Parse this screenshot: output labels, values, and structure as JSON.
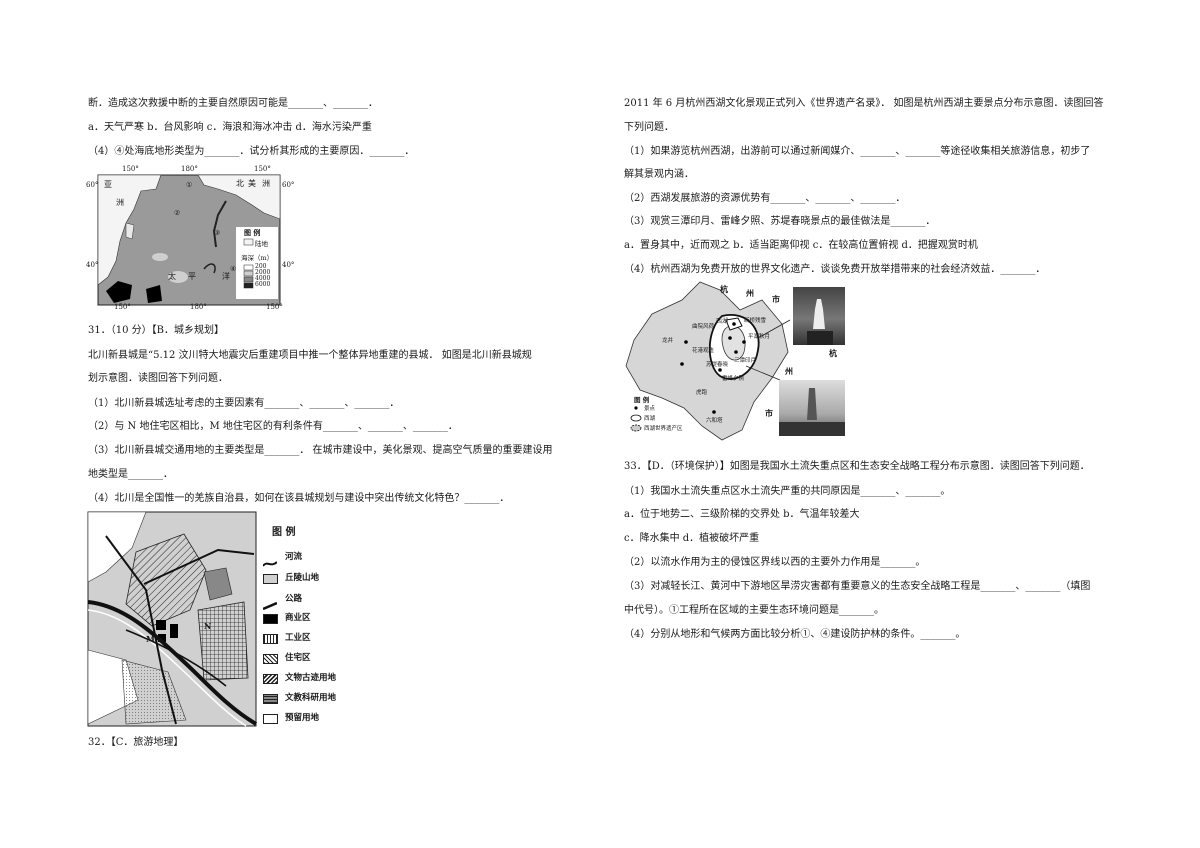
{
  "left_column": {
    "lines": [
      "断．造成这次救援中断的主要自然原因可能是_______、_______．",
      "a．天气严寒  b．台风影响  c．海浪和海冰冲击  d．海水污染严重",
      "（4）④处海底地形类型为_______．试分析其形成的主要原因．_______．",
      "31．（10 分）【B．城乡规划】",
      "北川新县城是“5.12 汶川特大地震灾后重建项目中推一个整体异地重建的县城．  如图是北川新县城规",
      "划示意图．读图回答下列问题．",
      "（1）北川新县城选址考虑的主要因素有_______、_______、_______．",
      "（2）与 N 地住宅区相比，M 地住宅区的有利条件有_______、_______、_______．",
      "（3）北川新县城交通用地的主要类型是_______．  在城市建设中，美化景观、提高空气质量的重要建设用",
      "地类型是_______．",
      "（4）北川是全国惟一的羌族自治县，如何在该县城规划与建设中突出传统文化特色？_______．",
      "32．【C．旅游地理】"
    ]
  },
  "right_column": {
    "lines": [
      "2011 年 6 月杭州西湖文化景观正式列入《世界遗产名录》．  如图是杭州西湖主要景点分布示意图．读图回答",
      "下列问题．",
      "（1）如果游览杭州西湖，出游前可以通过新闻媒介、_______、_______等途径收集相关旅游信息，初步了",
      "解其景观内涵．",
      "（2）西湖发展旅游的资源优势有_______、_______、_______．",
      "（3）观赏三潭印月、雷峰夕照、苏堤春晓景点的最佳做法是_______．",
      "a．置身其中，近而观之         b．适当距离仰视         c．在较高位置俯视         d．把握观赏时机",
      "（4）杭州西湖为免费开放的世界文化遗产．谈谈免费开放举措带来的社会经济效益．_______．",
      "33．【D．（环境保护）】如图是我国水土流失重点区和生态安全战略工程分布示意图．读图回答下列问题．",
      "（1）我国水土流失重点区水土流失严重的共同原因是_______、_______。",
      "a．位于地势二、三级阶梯的交界处     b．气温年较差大",
      "c．降水集中     d．植被破坏严重",
      "（2）以流水作用为主的侵蚀区界线以西的主要外力作用是_______。",
      "（3）对减轻长江、黄河中下游地区旱涝灾害都有重要意义的生态安全战略工程是_______、_______（填图",
      "中代号）。①工程所在区域的主要生态环境问题是_______。",
      "（4）分别从地形和气候两方面比较分析①、④建设防护林的条件。_______。"
    ]
  },
  "map_pacific": {
    "top_labels": [
      "150°",
      "180°",
      "150°"
    ],
    "bottom_labels": [
      "150°",
      "180°",
      "150°"
    ],
    "lat_labels": [
      "60°",
      "60°",
      "40°",
      "40°"
    ],
    "region_labels": [
      "亚",
      "洲",
      "北",
      "美",
      "洲",
      "太",
      "平",
      "洋"
    ],
    "markers": [
      "①",
      "②",
      "③",
      "④"
    ],
    "legend_title": "图  例",
    "legend_land": "陆地",
    "legend_depth_title": "海深（m）",
    "legend_depths": [
      "200",
      "2000",
      "4000",
      "6000"
    ]
  },
  "map_beichuan": {
    "legend_title": "图  例",
    "legend_items": [
      "河流",
      "丘陵山地",
      "公路",
      "商业区",
      "工业区",
      "住宅区",
      "文物古迹用地",
      "文教科研用地",
      "预留用地"
    ],
    "point_labels": [
      "M",
      "N"
    ]
  },
  "map_westlake": {
    "labels": [
      "杭",
      "州",
      "市",
      "杭",
      "州",
      "市"
    ],
    "spots": [
      "西湖",
      "曲院风荷",
      "平湖秋月",
      "断桥残雪",
      "花港观鱼",
      "三潭印月",
      "雷峰夕照",
      "苏堤春晓",
      "六和塔",
      "龙井",
      "虎跑"
    ],
    "legend_title": "图  例",
    "legend_items": [
      "景点",
      "西湖",
      "西湖世界遗产区"
    ]
  }
}
